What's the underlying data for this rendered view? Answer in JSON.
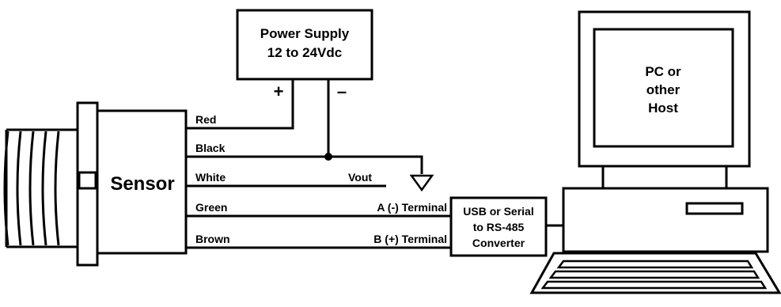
{
  "power_supply": {
    "line1": "Power Supply",
    "line2": "12 to 24Vdc",
    "plus": "+",
    "minus": "–"
  },
  "sensor": {
    "label": "Sensor"
  },
  "wires": {
    "red": "Red",
    "black": "Black",
    "white": "White",
    "green": "Green",
    "brown": "Brown"
  },
  "terminals": {
    "vout": "Vout",
    "a": "A (-) Terminal",
    "b": "B (+) Terminal"
  },
  "converter": {
    "line1": "USB or Serial",
    "line2": "to RS-485",
    "line3": "Converter"
  },
  "host": {
    "line1": "PC or",
    "line2": "other",
    "line3": "Host"
  }
}
